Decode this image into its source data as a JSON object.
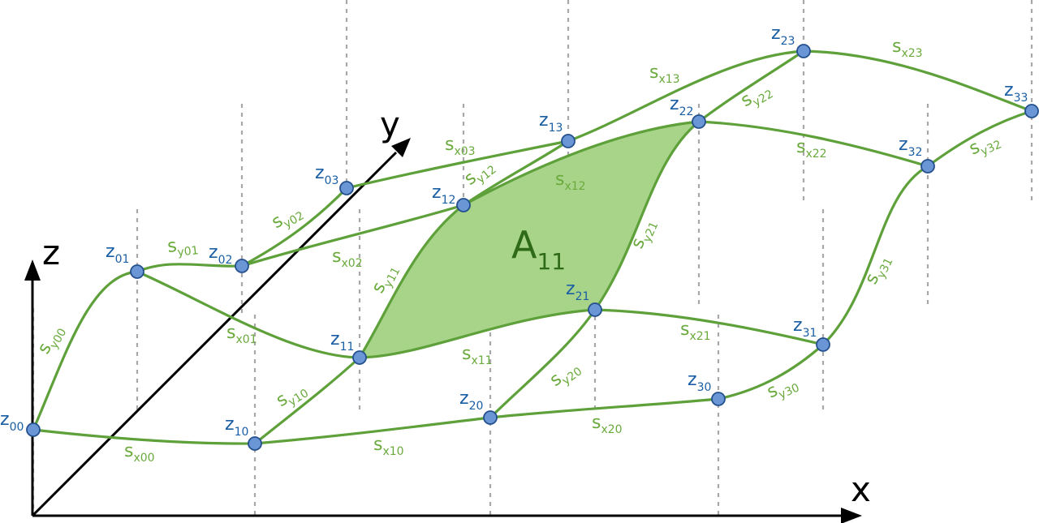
{
  "axes": {
    "x": "x",
    "y": "y",
    "z": "z"
  },
  "area": {
    "letter": "A",
    "sub": "11"
  },
  "nodes": [
    {
      "id": "z00",
      "l": "z",
      "s": "00"
    },
    {
      "id": "z01",
      "l": "z",
      "s": "01"
    },
    {
      "id": "z02",
      "l": "z",
      "s": "02"
    },
    {
      "id": "z03",
      "l": "z",
      "s": "03"
    },
    {
      "id": "z10",
      "l": "z",
      "s": "10"
    },
    {
      "id": "z11",
      "l": "z",
      "s": "11"
    },
    {
      "id": "z12",
      "l": "z",
      "s": "12"
    },
    {
      "id": "z13",
      "l": "z",
      "s": "13"
    },
    {
      "id": "z20",
      "l": "z",
      "s": "20"
    },
    {
      "id": "z21",
      "l": "z",
      "s": "21"
    },
    {
      "id": "z22",
      "l": "z",
      "s": "22"
    },
    {
      "id": "z23",
      "l": "z",
      "s": "23"
    },
    {
      "id": "z30",
      "l": "z",
      "s": "30"
    },
    {
      "id": "z31",
      "l": "z",
      "s": "31"
    },
    {
      "id": "z32",
      "l": "z",
      "s": "32"
    },
    {
      "id": "z33",
      "l": "z",
      "s": "33"
    }
  ],
  "curves": [
    {
      "id": "sx00",
      "l": "s",
      "s": "x00"
    },
    {
      "id": "sx10",
      "l": "s",
      "s": "x10"
    },
    {
      "id": "sx20",
      "l": "s",
      "s": "x20"
    },
    {
      "id": "sx01",
      "l": "s",
      "s": "x01"
    },
    {
      "id": "sx11",
      "l": "s",
      "s": "x11"
    },
    {
      "id": "sx21",
      "l": "s",
      "s": "x21"
    },
    {
      "id": "sx02",
      "l": "s",
      "s": "x02"
    },
    {
      "id": "sx12",
      "l": "s",
      "s": "x12"
    },
    {
      "id": "sx22",
      "l": "s",
      "s": "x22"
    },
    {
      "id": "sx03",
      "l": "s",
      "s": "x03"
    },
    {
      "id": "sx13",
      "l": "s",
      "s": "x13"
    },
    {
      "id": "sx23",
      "l": "s",
      "s": "x23"
    },
    {
      "id": "sy00",
      "l": "s",
      "s": "y00"
    },
    {
      "id": "sy01",
      "l": "s",
      "s": "y01"
    },
    {
      "id": "sy02",
      "l": "s",
      "s": "y02"
    },
    {
      "id": "sy10",
      "l": "s",
      "s": "y10"
    },
    {
      "id": "sy11",
      "l": "s",
      "s": "y11"
    },
    {
      "id": "sy12",
      "l": "s",
      "s": "y12"
    },
    {
      "id": "sy20",
      "l": "s",
      "s": "y20"
    },
    {
      "id": "sy21",
      "l": "s",
      "s": "y21"
    },
    {
      "id": "sy22",
      "l": "s",
      "s": "y22"
    },
    {
      "id": "sy30",
      "l": "s",
      "s": "y30"
    },
    {
      "id": "sy31",
      "l": "s",
      "s": "y31"
    },
    {
      "id": "sy32",
      "l": "s",
      "s": "y32"
    }
  ]
}
